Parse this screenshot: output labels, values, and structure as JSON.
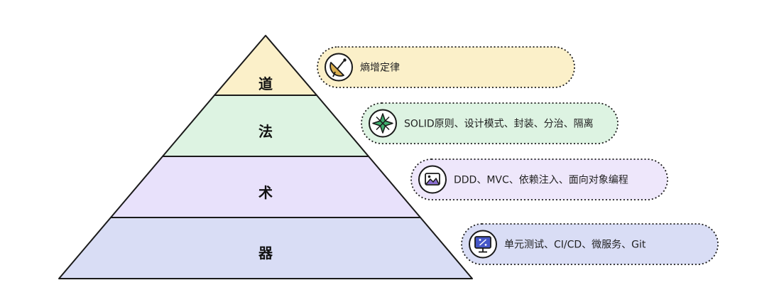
{
  "pyramid": {
    "tiers": [
      {
        "label": "道",
        "color": "#FBF0C9"
      },
      {
        "label": "法",
        "color": "#DDF3E2"
      },
      {
        "label": "术",
        "color": "#E8E1FB"
      },
      {
        "label": "器",
        "color": "#D9DDF5"
      }
    ]
  },
  "callouts": [
    {
      "text": "熵增定律",
      "icon": "satellite-dish-icon",
      "fill": "#FBF0C9",
      "icon_color": "#D9AE4F"
    },
    {
      "text": "SOLID原则、设计模式、封装、分治、隔离",
      "icon": "compass-star-icon",
      "fill": "#DDF3E2",
      "icon_color": "#3FAE6E"
    },
    {
      "text": "DDD、MVC、依赖注入、面向对象编程",
      "icon": "image-frame-icon",
      "fill": "#EEE7FB",
      "icon_color": "#8B6FD0"
    },
    {
      "text": "单元测试、CI/CD、微服务、Git",
      "icon": "monitor-percent-icon",
      "fill": "#D9DDF5",
      "icon_color": "#4557C8"
    }
  ]
}
